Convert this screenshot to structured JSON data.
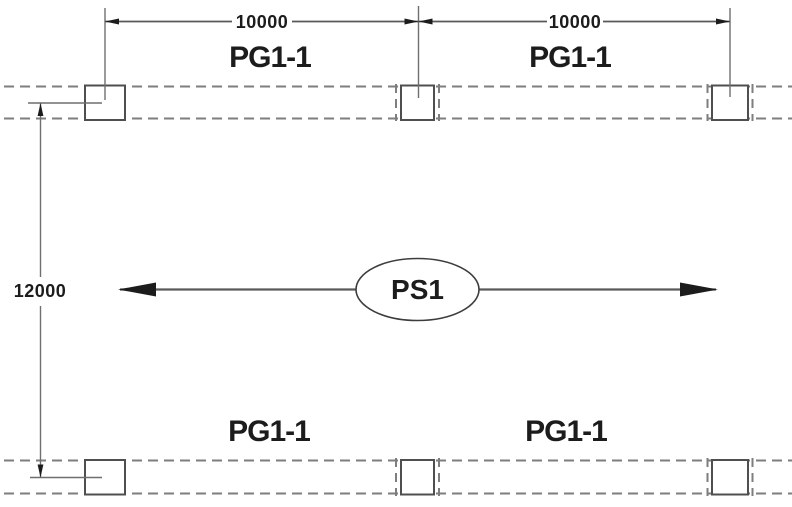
{
  "diagram": {
    "dimensions": {
      "top_span_left": "10000",
      "top_span_right": "10000",
      "left_height": "12000"
    },
    "beams": {
      "top_left_label": "PG1-1",
      "top_right_label": "PG1-1",
      "bottom_left_label": "PG1-1",
      "bottom_right_label": "PG1-1"
    },
    "center_tag": "PS1",
    "colors": {
      "background": "#ffffff",
      "line": "#6f6f6f",
      "dashed": "#7e7e7e",
      "column_stroke": "#4f4f4f",
      "ink": "#1c1c1c"
    }
  }
}
